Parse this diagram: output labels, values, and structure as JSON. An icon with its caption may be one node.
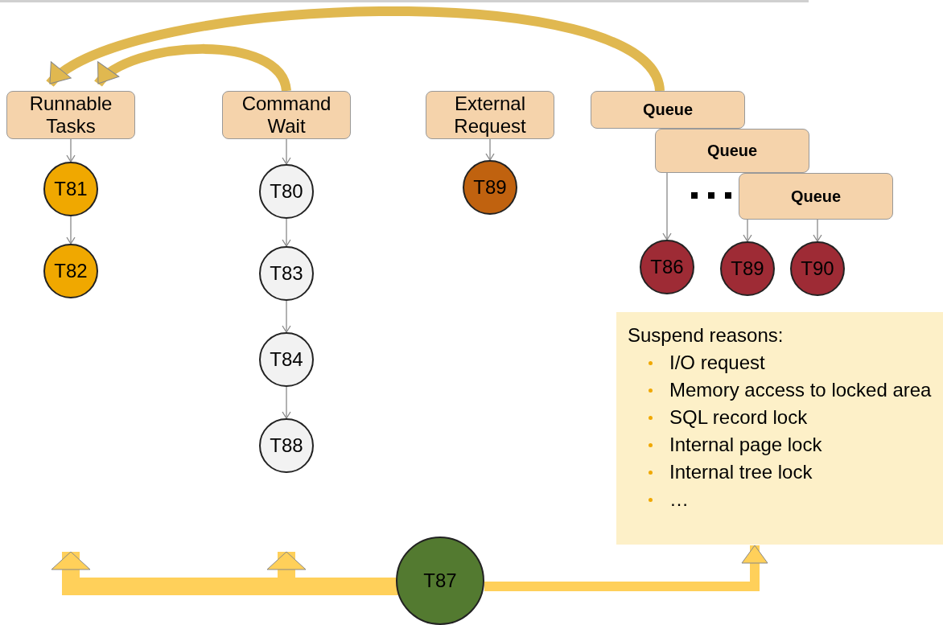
{
  "diagram": {
    "nodes": [
      {
        "text": [
          "Runnable Tasks"
        ]
      },
      {
        "text": [
          "Command Wait"
        ]
      },
      {
        "text": [
          "External Request"
        ]
      },
      {
        "text": [
          "Queue"
        ]
      },
      {
        "text": [
          "Queue"
        ]
      },
      {
        "text": [
          "Queue"
        ]
      },
      {
        "text": [
          "T81"
        ]
      },
      {
        "text": [
          "T82"
        ]
      },
      {
        "text": [
          "T80"
        ]
      },
      {
        "text": [
          "T83"
        ]
      },
      {
        "text": [
          "T84"
        ]
      },
      {
        "text": [
          "T88"
        ]
      },
      {
        "text": [
          "T89"
        ]
      },
      {
        "text": [
          "T86"
        ]
      },
      {
        "text": [
          "T89"
        ]
      },
      {
        "text": [
          "T90"
        ]
      },
      {
        "text": [
          "Suspend reasons:",
          "I/O request",
          "Memory access to locked area",
          "SQL record lock",
          "Internal page lock",
          "Internal tree lock",
          "…"
        ]
      },
      {
        "text": [
          "T87"
        ]
      }
    ],
    "edges": [
      {
        "from": 0,
        "to": 6,
        "arrow": "to"
      },
      {
        "from": 6,
        "to": 7,
        "arrow": "to"
      },
      {
        "from": 1,
        "to": 8,
        "arrow": "to"
      },
      {
        "from": 8,
        "to": 9,
        "arrow": "to"
      },
      {
        "from": 9,
        "to": 10,
        "arrow": "to"
      },
      {
        "from": 10,
        "to": 11,
        "arrow": "to"
      },
      {
        "from": 2,
        "to": 12,
        "arrow": "to"
      },
      {
        "from": 4,
        "to": 13,
        "arrow": "to"
      },
      {
        "from": 5,
        "to": 14,
        "arrow": "to"
      },
      {
        "from": 5,
        "to": 15,
        "arrow": "to"
      },
      {
        "from": 3,
        "to": 0,
        "arrow": "to",
        "style": "thick",
        "color": "#e0b850"
      },
      {
        "from": 1,
        "to": 0,
        "arrow": "to",
        "style": "thick",
        "color": "#e0b850"
      },
      {
        "from": 17,
        "to": null,
        "arrow": "to",
        "style": "thick",
        "color": "#ffd05a"
      },
      {
        "from": 17,
        "to": null,
        "arrow": "to",
        "style": "thick",
        "color": "#ffd05a"
      },
      {
        "from": 17,
        "to": 16,
        "arrow": "to",
        "style": "thick",
        "color": "#ffd05a"
      }
    ]
  }
}
